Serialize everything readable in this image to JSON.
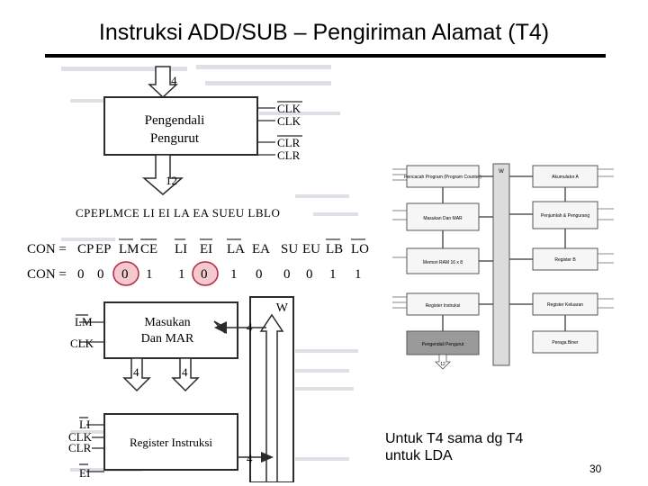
{
  "title": "Instruksi ADD/SUB – Pengiriman Alamat (T4)",
  "scan": {
    "bus_in": "4",
    "controller_label_1": "Pengendali",
    "controller_label_2": "Pengurut",
    "ctrl_inputs": [
      "CLK",
      "CLK",
      "CLR",
      "CLR"
    ],
    "bus_out": "12",
    "signal_names": "CPEPLMCE  LI EI LA EA  SUEU LBLO",
    "con_row1_prefix": "CON =",
    "con_row1": [
      "CP",
      "EP",
      "LM",
      "CE",
      "LI",
      "EI",
      "LA",
      "EA",
      "SU",
      "EU",
      "LB",
      "LO"
    ],
    "con_row2_prefix": "CON =",
    "con_row2": [
      "0",
      "0",
      "0",
      "1",
      "1",
      "0",
      "1",
      "0",
      "0",
      "0",
      "1",
      "1"
    ],
    "w_label": "W",
    "mar_label_1": "Masukan",
    "mar_label_2": "Dan MAR",
    "mar_inputs": [
      "LM",
      "CLK"
    ],
    "mar_bus_in": "4",
    "mar_bus_out": [
      "4",
      "4"
    ],
    "ir_label": "Register Instruksi",
    "ir_inputs": [
      "LI",
      "CLK",
      "CLR",
      "EI"
    ],
    "ir_bus": "4"
  },
  "small": {
    "w_label": "W",
    "left_blocks": [
      "Pencacah Program (Program Counter)",
      "Masukan Dan MAR",
      "Memori RAM 16 x 8",
      "Register Instruksi",
      "Pengendali Pengurut"
    ],
    "right_blocks": [
      "Akumulator A",
      "Penjumlah & Pengurang",
      "Register B",
      "Register Keluaran",
      "Peraga Biner"
    ],
    "bus_out": "12"
  },
  "note": {
    "line1": "Untuk T4 sama dg T4",
    "line2": "untuk LDA"
  },
  "page_number": "30",
  "colors": {
    "highlight_fill": "#f3c9cf",
    "highlight_stroke": "#b2263b",
    "scan_ink": "#2b2b2b",
    "faint_text": "#c8ccd6"
  }
}
